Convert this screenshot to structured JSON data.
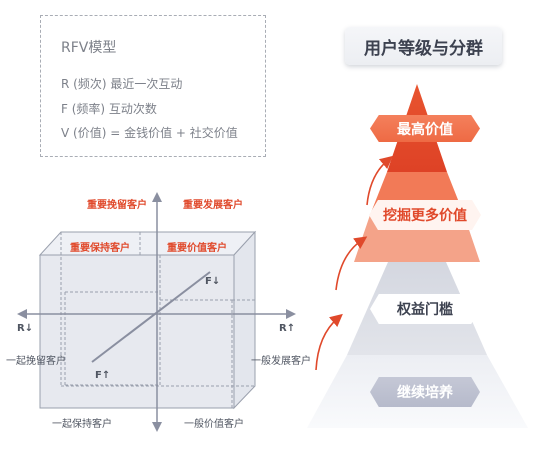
{
  "rfv": {
    "title": "RFV模型",
    "lines": [
      "R (频次) 最近一次互动",
      "F (频率) 互动次数",
      "V (价值) = 金钱价值 + 社交价值"
    ]
  },
  "pyramid": {
    "title": "用户等级与分群",
    "tiers": [
      "最高价值",
      "挖掘更多价值",
      "权益门槛",
      "继续培养"
    ]
  },
  "matrix": {
    "top_left": "重要挽留客户",
    "top_right": "重要发展客户",
    "mid_left": "重要保持客户",
    "mid_right": "重要价值客户",
    "left": "一起挽留客户",
    "right": "一般发展客户",
    "bottom_left": "一起保持客户",
    "bottom_right": "一般价值客户",
    "r_left": "R↓",
    "r_right": "R↑",
    "f_down": "F↓",
    "f_up": "F↑"
  },
  "colors": {
    "red": "#e0492b",
    "orange": "#f07a55",
    "pale": "#fbd6cb",
    "gray": "#d9dce4",
    "axis": "#8a8fa0"
  }
}
